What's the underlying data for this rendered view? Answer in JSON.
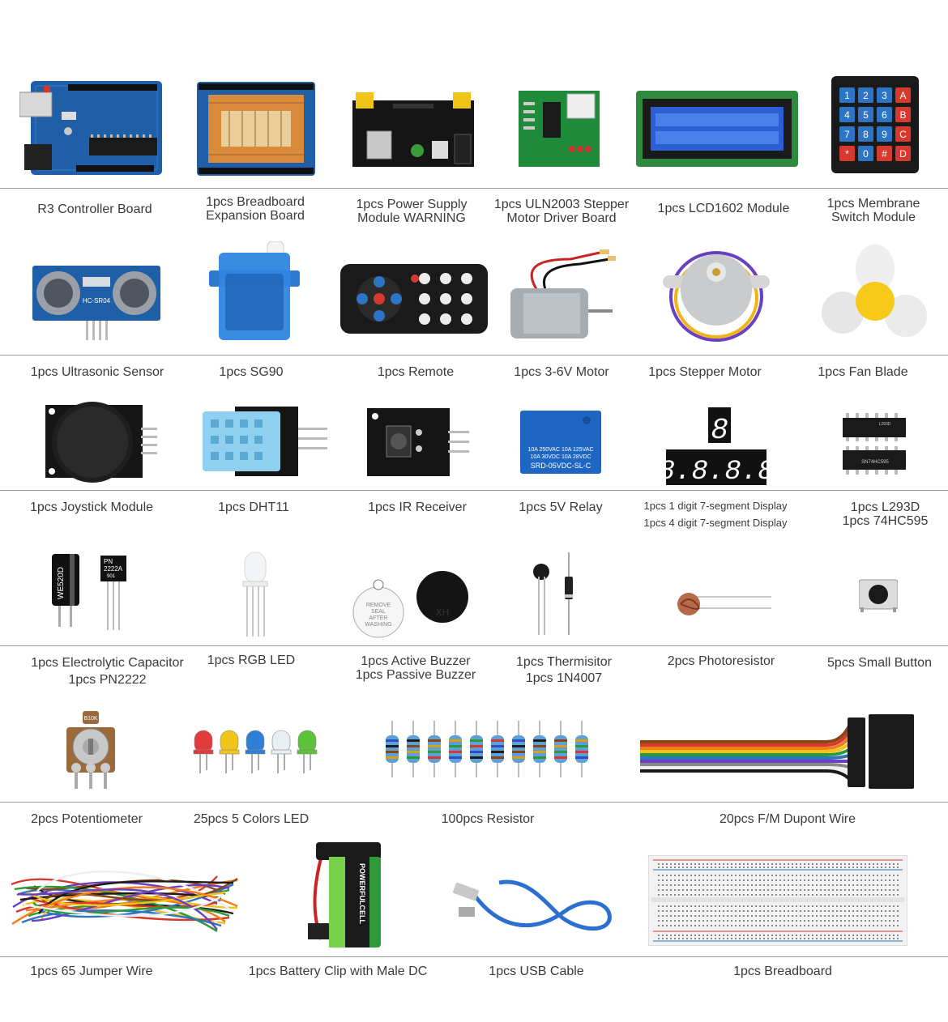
{
  "row1": [
    {
      "lines": [
        "R3 Controller Board"
      ]
    },
    {
      "lines": [
        "1pcs Breadboard",
        "Expansion Board"
      ]
    },
    {
      "lines": [
        "1pcs Power Supply",
        "Module WARNING"
      ]
    },
    {
      "lines": [
        "1pcs ULN2003 Stepper",
        "Motor Driver Board"
      ]
    },
    {
      "lines": [
        "1pcs LCD1602 Module"
      ]
    },
    {
      "lines": [
        "1pcs Membrane",
        "Switch Module"
      ]
    }
  ],
  "row2": [
    {
      "lines": [
        "1pcs Ultrasonic Sensor"
      ]
    },
    {
      "lines": [
        "1pcs SG90"
      ]
    },
    {
      "lines": [
        "1pcs Remote"
      ]
    },
    {
      "lines": [
        "1pcs 3-6V Motor"
      ]
    },
    {
      "lines": [
        "1pcs Stepper Motor"
      ]
    },
    {
      "lines": [
        "1pcs Fan Blade"
      ]
    }
  ],
  "row3": [
    {
      "lines": [
        "1pcs Joystick Module"
      ]
    },
    {
      "lines": [
        "1pcs DHT11"
      ]
    },
    {
      "lines": [
        "1pcs IR Receiver"
      ]
    },
    {
      "lines": [
        "1pcs 5V Relay"
      ]
    },
    {
      "lines": [
        "1pcs 1 digit 7-segment Display",
        "1pcs 4 digit 7-segment Display"
      ]
    },
    {
      "lines": [
        "1pcs L293D",
        "1pcs 74HC595"
      ]
    }
  ],
  "row4": [
    {
      "lines": [
        "1pcs Electrolytic Capacitor",
        "1pcs PN2222"
      ]
    },
    {
      "lines": [
        "1pcs RGB LED"
      ]
    },
    {
      "lines": [
        "1pcs Active Buzzer",
        "1pcs Passive Buzzer"
      ]
    },
    {
      "lines": [
        "1pcs Thermisitor",
        "1pcs 1N4007"
      ]
    },
    {
      "lines": [
        "2pcs Photoresistor"
      ]
    },
    {
      "lines": [
        "5pcs Small Button"
      ]
    }
  ],
  "row5": [
    {
      "lines": [
        "2pcs Potentiometer"
      ]
    },
    {
      "lines": [
        "25pcs 5 Colors LED"
      ]
    },
    {
      "lines": [
        "100pcs Resistor"
      ]
    },
    {
      "lines": [
        "20pcs F/M Dupont Wire"
      ]
    }
  ],
  "row6": [
    {
      "lines": [
        "1pcs 65 Jumper Wire"
      ]
    },
    {
      "lines": [
        "1pcs Battery Clip with Male DC"
      ]
    },
    {
      "lines": [
        "1pcs USB Cable"
      ]
    },
    {
      "lines": [
        "1pcs Breadboard"
      ]
    }
  ],
  "keypad": {
    "keys": [
      "1",
      "2",
      "3",
      "A",
      "4",
      "5",
      "6",
      "B",
      "7",
      "8",
      "9",
      "C",
      "*",
      "0",
      "#",
      "D"
    ]
  },
  "chip_text": {
    "sonar": "HC-SR04",
    "relay_line1": "10A 250VAC  10A 125VAC",
    "relay_line2": "10A 30VDC  10A 28VDC",
    "relay_model": "SRD-05VDC-SL-C",
    "digit_single": "8",
    "digits_four": "8.8.8.8",
    "l293d": "L293D",
    "hc595": "SN74HC595",
    "cap": "WE520D",
    "transistor_line1": "PN",
    "transistor_line2": "2222A",
    "transistor_line3": "901",
    "buzzer_line1": "REMOVE",
    "buzzer_line2": "SEAL",
    "buzzer_line3": "AFTER",
    "buzzer_line4": "WASHING",
    "buzzer_passive": "XH",
    "battery_brand": "POWERFULCELL",
    "pot": "B10K"
  },
  "colors": {
    "board_blue": "#1f5fa8",
    "board_dark": "#0e3a75",
    "rule_gray": "#9a9a9a",
    "label_gray": "#3a3a3a",
    "key_blue": "#2d74c4",
    "key_red": "#d63a2f",
    "relay_blue": "#1f66c2",
    "led_red": "#e23b3b",
    "led_yellow": "#f0c419",
    "led_blue": "#2f7fd6",
    "led_white": "#e8eef2",
    "led_green": "#5cc23c",
    "fan_yellow": "#f7c91a"
  }
}
